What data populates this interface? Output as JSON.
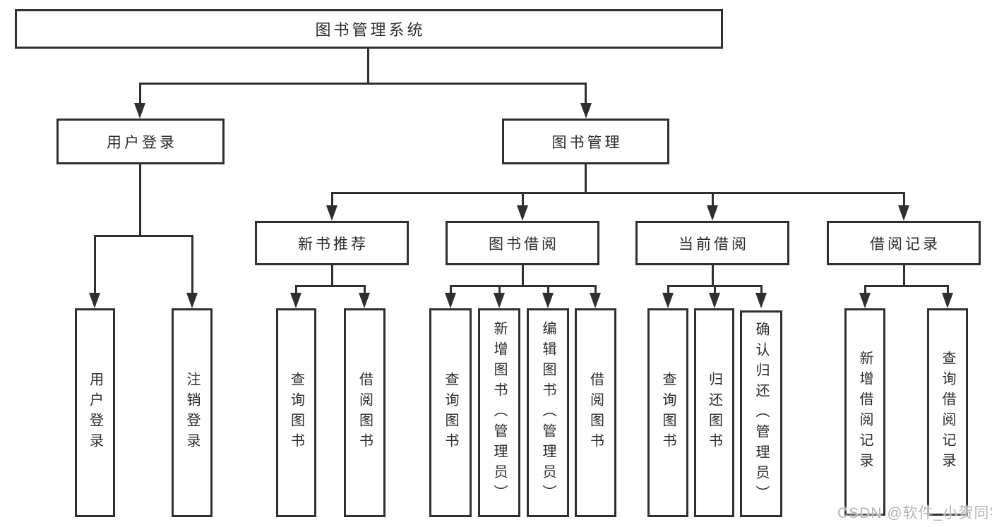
{
  "colors": {
    "bg": "#ffffff",
    "line": "#2f2f2f",
    "text": "#2c2c2c",
    "box-bg": "#ffffff",
    "watermark": "#b4b4b4"
  },
  "tree": {
    "root": "图书管理系统",
    "children": [
      {
        "label": "用户登录",
        "children": [
          "用户登录",
          "注销登录"
        ]
      },
      {
        "label": "图书管理",
        "children": [
          {
            "label": "新书推荐",
            "children": [
              "查询图书",
              "借阅图书"
            ]
          },
          {
            "label": "图书借阅",
            "children": [
              "查询图书",
              "新增图书（管理员）",
              "编辑图书（管理员）",
              "借阅图书"
            ]
          },
          {
            "label": "当前借阅",
            "children": [
              "查询图书",
              "归还图书",
              "确认归还（管理员）"
            ]
          },
          {
            "label": "借阅记录",
            "children": [
              "新增借阅记录",
              "查询借阅记录"
            ]
          }
        ]
      }
    ]
  },
  "watermark": {
    "text": "CSDN @软件_小贺同学"
  }
}
